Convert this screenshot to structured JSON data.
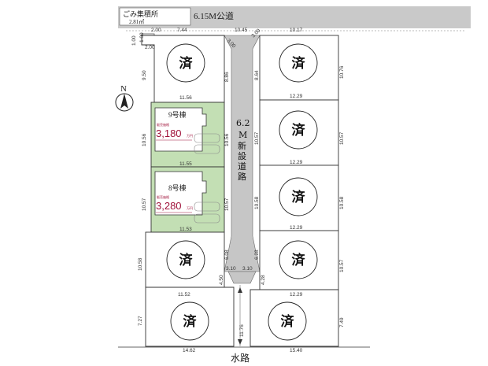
{
  "header": {
    "garbage_label": "ごみ集積所",
    "garbage_area": "2.81㎡",
    "public_road": "6.15M公道"
  },
  "new_road": {
    "width": "6.2",
    "m": "M",
    "chars": [
      "新",
      "設",
      "道",
      "路"
    ]
  },
  "waterway": "水路",
  "north": "N",
  "sold_mark": "済",
  "lots_for_sale": [
    {
      "name": "9号棟",
      "price": "3,180",
      "tag_top": "販売価格",
      "tag_unit": "万円"
    },
    {
      "name": "8号棟",
      "price": "3,280",
      "tag_top": "販売価格",
      "tag_unit": "万円"
    }
  ],
  "dimensions": {
    "top": [
      "2.00",
      "7.44",
      "3.00",
      "10.45",
      "3.00",
      "10.17",
      "1.00",
      "1.00",
      "2.00"
    ],
    "left": [
      "9.50",
      "10.56",
      "10.57",
      "10.58",
      "7.27"
    ],
    "right": [
      "10.76",
      "10.57",
      "10.58",
      "10.57",
      "7.49"
    ],
    "left_lots_width": [
      "11.56",
      "11.55",
      "11.53",
      "11.52"
    ],
    "right_lots_width": [
      "12.29",
      "12.29",
      "12.29",
      "12.29"
    ],
    "road_left": [
      "8.86",
      "10.56",
      "10.57",
      "6.08"
    ],
    "road_right": [
      "8.64",
      "10.57",
      "10.58",
      "6.28"
    ],
    "road_bottom": [
      "3.10",
      "3.10"
    ],
    "lower": [
      "4.50",
      "4.28",
      "11.76"
    ],
    "bottom": [
      "14.62",
      "15.40"
    ]
  }
}
